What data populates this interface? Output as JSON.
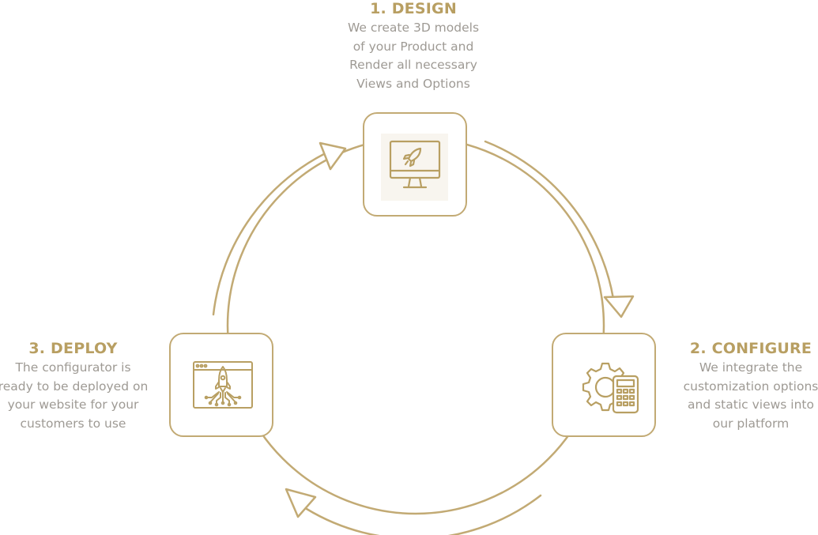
{
  "steps": [
    {
      "title": "1. DESIGN",
      "lines": [
        "We create 3D models",
        "of your Product and",
        "Render all necessary",
        "Views and Options"
      ],
      "icon": "monitor-rocket-icon"
    },
    {
      "title": "2. CONFIGURE",
      "lines": [
        "We integrate the",
        "customization options",
        "and static views into",
        "our platform"
      ],
      "icon": "gear-calculator-icon"
    },
    {
      "title": "3. DEPLOY",
      "lines": [
        "The configurator is",
        "ready to be deployed on",
        "your website for your",
        "customers to use"
      ],
      "icon": "browser-rocket-launch-icon"
    }
  ],
  "colors": {
    "accent": "#c2aa74",
    "title": "#b89f62",
    "text": "#9e9a94",
    "icon_bg": "#f8f5ef"
  }
}
